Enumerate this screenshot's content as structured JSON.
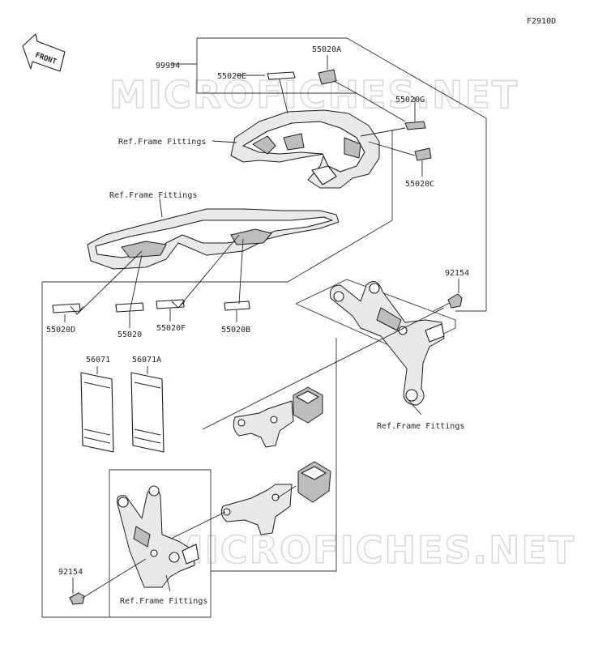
{
  "diagram_code": "F2910D",
  "front_arrow": {
    "label": "FRONT"
  },
  "watermark": "MICROFICHES.NET",
  "labels": {
    "p99994": "99994",
    "p55020A": "55020A",
    "p55020E": "55020E",
    "p55020G": "55020G",
    "p55020C": "55020C",
    "p55020D": "55020D",
    "p55020": "55020",
    "p55020F": "55020F",
    "p55020B": "55020B",
    "p56071": "56071",
    "p56071A": "56071A",
    "p92154_top": "92154",
    "p92154_bottom": "92154",
    "ref_frame_1": "Ref.Frame Fittings",
    "ref_frame_2": "Ref.Frame Fittings",
    "ref_frame_3": "Ref.Frame Fittings",
    "ref_frame_4": "Ref.Frame Fittings"
  }
}
